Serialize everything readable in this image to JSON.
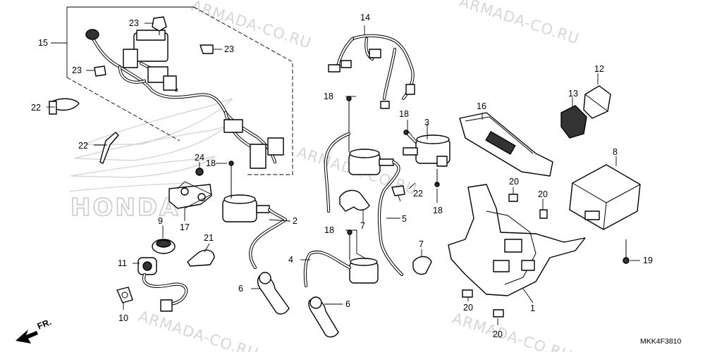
{
  "diagram": {
    "code": "MKK4F3810",
    "brand_watermark": "HONDA",
    "site_watermark": "ARMADA-CO.RU",
    "direction_label": "FR.",
    "callouts": [
      "1",
      "2",
      "3",
      "4",
      "5",
      "6",
      "6",
      "7",
      "7",
      "8",
      "9",
      "10",
      "11",
      "12",
      "13",
      "14",
      "15",
      "16",
      "17",
      "18",
      "18",
      "18",
      "18",
      "19",
      "20",
      "20",
      "20",
      "20",
      "21",
      "22",
      "22",
      "22",
      "23",
      "23",
      "23",
      "24"
    ]
  }
}
